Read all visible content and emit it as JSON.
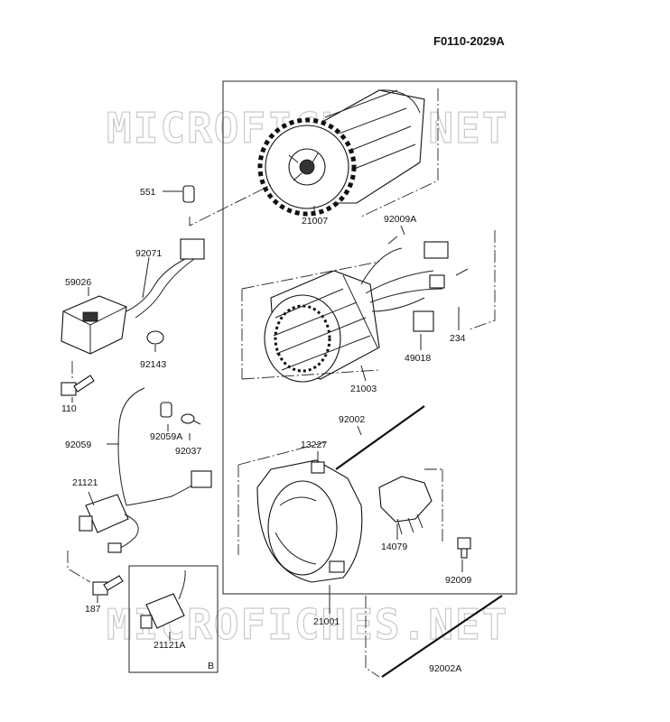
{
  "diagram_code": "F0110-2029A",
  "watermark": "MICROFICHES.NET",
  "inset_label": "B",
  "parts": [
    {
      "id": "p551",
      "number": "551"
    },
    {
      "id": "p92071",
      "number": "92071"
    },
    {
      "id": "p59026",
      "number": "59026"
    },
    {
      "id": "p92143",
      "number": "92143"
    },
    {
      "id": "p110",
      "number": "110"
    },
    {
      "id": "p92059",
      "number": "92059"
    },
    {
      "id": "p92059A",
      "number": "92059A"
    },
    {
      "id": "p92037",
      "number": "92037"
    },
    {
      "id": "p21121",
      "number": "21121"
    },
    {
      "id": "p187",
      "number": "187"
    },
    {
      "id": "p21121A",
      "number": "21121A"
    },
    {
      "id": "p21007",
      "number": "21007"
    },
    {
      "id": "p92009A",
      "number": "92009A"
    },
    {
      "id": "p234",
      "number": "234"
    },
    {
      "id": "p49018",
      "number": "49018"
    },
    {
      "id": "p21003",
      "number": "21003"
    },
    {
      "id": "p92002",
      "number": "92002"
    },
    {
      "id": "p13227",
      "number": "13227"
    },
    {
      "id": "p14079",
      "number": "14079"
    },
    {
      "id": "p92009",
      "number": "92009"
    },
    {
      "id": "p21001",
      "number": "21001"
    },
    {
      "id": "p92002A",
      "number": "92002A"
    }
  ]
}
